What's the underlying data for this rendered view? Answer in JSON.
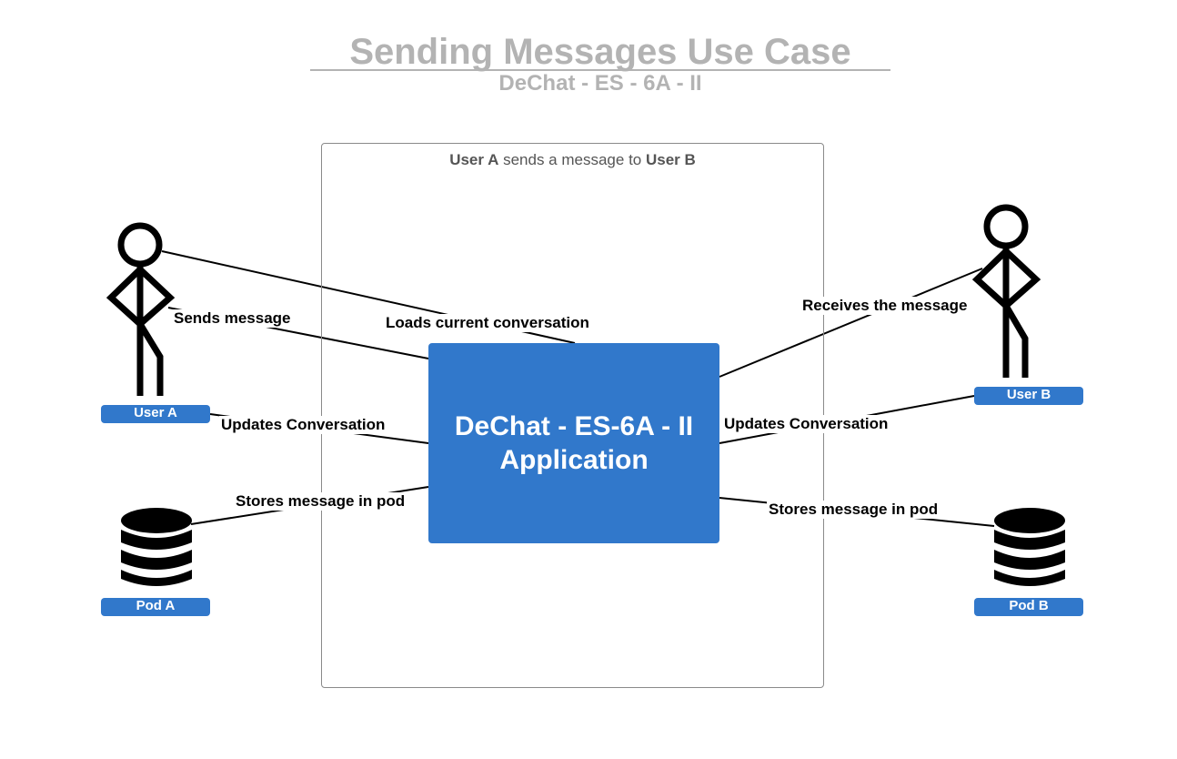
{
  "header": {
    "title": "Sending Messages Use Case",
    "subtitle": "DeChat - ES - 6A - II"
  },
  "boundary": {
    "caption_user_a": "User A",
    "caption_middle": " sends a message to ",
    "caption_user_b": "User B"
  },
  "system": {
    "line1": "DeChat - ES-6A - II",
    "line2": "Application"
  },
  "actors": {
    "user_a": "User A",
    "user_b": "User B",
    "pod_a": "Pod A",
    "pod_b": "Pod B"
  },
  "edges": {
    "sends_message": "Sends message",
    "loads_conversation": "Loads current conversation",
    "updates_conversation_a": "Updates Conversation",
    "stores_in_pod_a": "Stores message in pod",
    "receives_message": "Receives the message",
    "updates_conversation_b": "Updates Conversation",
    "stores_in_pod_b": "Stores message in pod"
  },
  "colors": {
    "accent": "#3178cb",
    "title": "#b3b3b3",
    "boundary": "#8a8a8a"
  }
}
